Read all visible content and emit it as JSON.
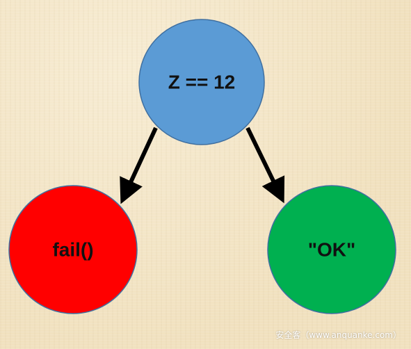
{
  "diagram": {
    "nodes": [
      {
        "id": "root",
        "label": "Z == 12",
        "color": "#5b9bd5"
      },
      {
        "id": "fail",
        "label": "fail()",
        "color": "#ff0000"
      },
      {
        "id": "ok",
        "label": "\"OK\"",
        "color": "#00b050"
      }
    ],
    "edges": [
      {
        "from": "root",
        "to": "fail"
      },
      {
        "from": "root",
        "to": "ok"
      }
    ]
  },
  "watermark": "安全客（www.anquanke.com）",
  "colors": {
    "background": "#f3e6c7",
    "node_outline": "#3f6fa0",
    "arrow": "#000000"
  }
}
